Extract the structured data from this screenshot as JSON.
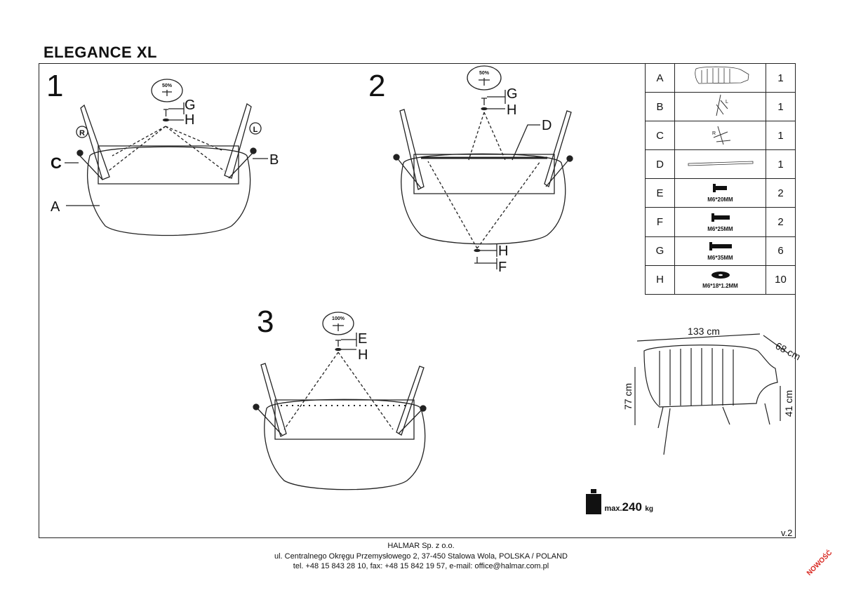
{
  "title": "ELEGANCE XL",
  "steps": [
    {
      "number": "1",
      "torque": "50%",
      "labels": {
        "g": "G",
        "h": "H",
        "r": "R",
        "l": "L",
        "c": "C",
        "b": "B",
        "a": "A"
      }
    },
    {
      "number": "2",
      "torque": "50%",
      "labels": {
        "g": "G",
        "h": "H",
        "d": "D",
        "h2": "H",
        "f": "F"
      }
    },
    {
      "number": "3",
      "torque": "100%",
      "labels": {
        "e": "E",
        "h": "H"
      }
    }
  ],
  "parts": [
    {
      "label": "A",
      "icon": "sofa-seat-icon",
      "spec": "",
      "qty": "1"
    },
    {
      "label": "B",
      "icon": "leg-left-icon",
      "spec": "",
      "qty": "1"
    },
    {
      "label": "C",
      "icon": "leg-right-icon",
      "spec": "",
      "qty": "1"
    },
    {
      "label": "D",
      "icon": "bar-icon",
      "spec": "",
      "qty": "1"
    },
    {
      "label": "E",
      "icon": "bolt-icon",
      "spec": "M6*20MM",
      "qty": "2"
    },
    {
      "label": "F",
      "icon": "bolt-icon",
      "spec": "M6*25MM",
      "qty": "2"
    },
    {
      "label": "G",
      "icon": "bolt-icon",
      "spec": "M6*35MM",
      "qty": "6"
    },
    {
      "label": "H",
      "icon": "washer-icon",
      "spec": "M6*18*1.2MM",
      "qty": "10"
    }
  ],
  "icon_labels": {
    "leg_left": "L",
    "leg_right": "R"
  },
  "dimensions": {
    "width": "133 cm",
    "depth": "68 cm",
    "height": "77 cm",
    "seat_height": "41 cm"
  },
  "max_load": {
    "prefix": "max.",
    "value": "240",
    "unit": "kg"
  },
  "version": "v.2",
  "footer": [
    "HALMAR Sp. z o.o.",
    "ul. Centralnego Okręgu Przemysłowego 2, 37-450 Stalowa Wola, POLSKA / POLAND",
    "tel. +48 15 843 28 10, fax: +48 15 842 19 57, e-mail: office@halmar.com.pl"
  ],
  "badge": "NOWOŚĆ"
}
